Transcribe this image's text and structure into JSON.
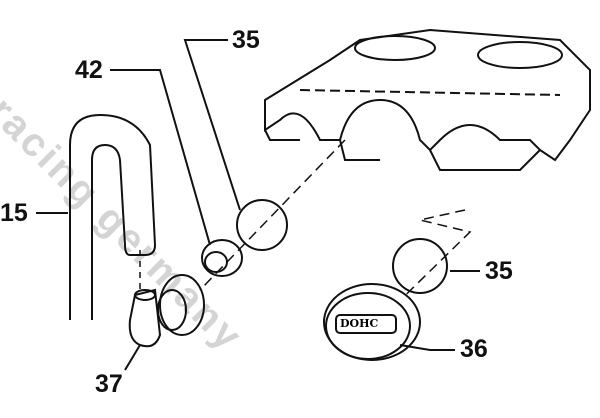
{
  "watermark": "racing germany",
  "cap_logo": "DOHC",
  "callouts": {
    "ring_upper": "35",
    "seal": "42",
    "hose": "15",
    "ring_lower": "35",
    "cap": "36",
    "elbow": "37"
  }
}
